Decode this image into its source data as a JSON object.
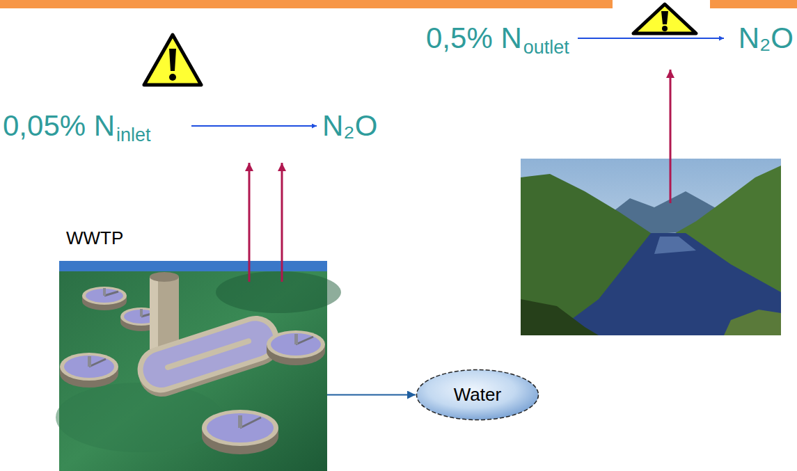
{
  "diagram": {
    "nodes": [
      {
        "text": [
          "WWTP"
        ]
      },
      {
        "text": [
          "Water"
        ]
      }
    ],
    "edges": [
      {
        "from": 0,
        "to": 1,
        "arrow": "to"
      }
    ],
    "labels": [
      "0,05% N",
      "inlet",
      "N₂O",
      "0,5% N",
      "outlet",
      "N₂O"
    ]
  }
}
